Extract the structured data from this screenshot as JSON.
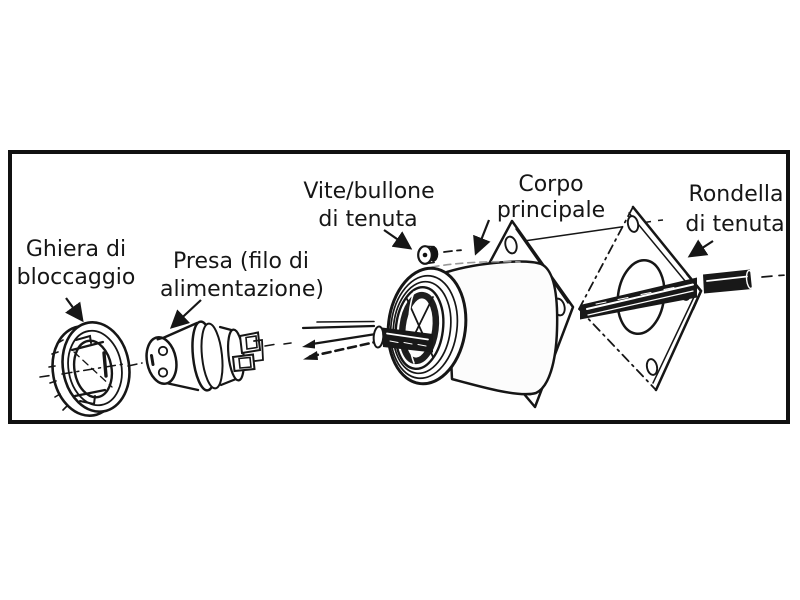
{
  "diagram": {
    "type": "exploded-view-technical-diagram",
    "language": "it",
    "labels": {
      "ghiera": {
        "lines": [
          "Ghiera di",
          "bloccaggio"
        ]
      },
      "presa": {
        "lines": [
          "Presa (filo di",
          "alimentazione)"
        ]
      },
      "vite": {
        "lines": [
          "Vite/bullone",
          "di tenuta"
        ]
      },
      "corpo": {
        "lines": [
          "Corpo",
          "principale"
        ]
      },
      "rondella": {
        "lines": [
          "Rondella",
          "di tenuta"
        ]
      }
    },
    "colors": {
      "ink": "#161616",
      "paper": "#ffffff",
      "frame": "#111111",
      "shade_gray": "#999999",
      "dark_fill": "#181818"
    }
  }
}
